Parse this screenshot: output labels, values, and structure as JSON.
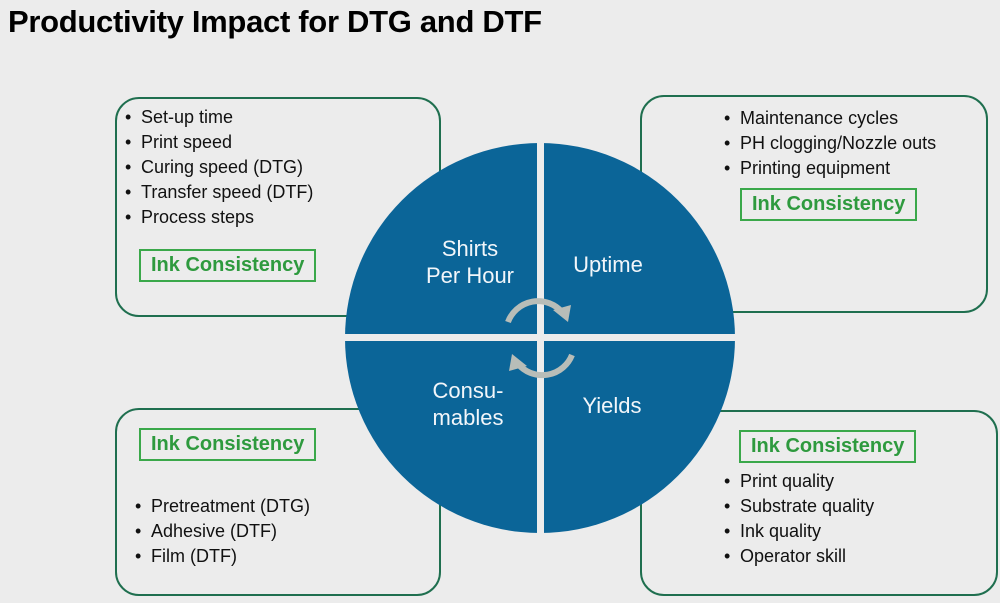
{
  "title": "Productivity Impact for DTG and DTF",
  "colors": {
    "circle": "#0b6598",
    "box_border": "#1f6f4f",
    "ink_green": "#2e9a3e",
    "arrow": "#b8bdb8"
  },
  "quadrants": {
    "top_left": {
      "line1": "Shirts",
      "line2": "Per Hour"
    },
    "top_right": "Uptime",
    "bottom_left": {
      "line1": "Consu-",
      "line2": "mables"
    },
    "bottom_right": "Yields"
  },
  "boxes": {
    "top_left": {
      "items": [
        "Set-up time",
        "Print speed",
        "Curing speed (DTG)",
        "Transfer speed (DTF)",
        "Process steps"
      ],
      "tag": "Ink Consistency"
    },
    "top_right": {
      "items": [
        "Maintenance cycles",
        "PH clogging/Nozzle outs",
        "Printing equipment"
      ],
      "tag": "Ink Consistency"
    },
    "bottom_left": {
      "items": [
        "Pretreatment (DTG)",
        "Adhesive (DTF)",
        "Film (DTF)"
      ],
      "tag": "Ink Consistency"
    },
    "bottom_right": {
      "items": [
        "Print quality",
        "Substrate quality",
        "Ink quality",
        "Operator skill"
      ],
      "tag": "Ink Consistency"
    }
  }
}
